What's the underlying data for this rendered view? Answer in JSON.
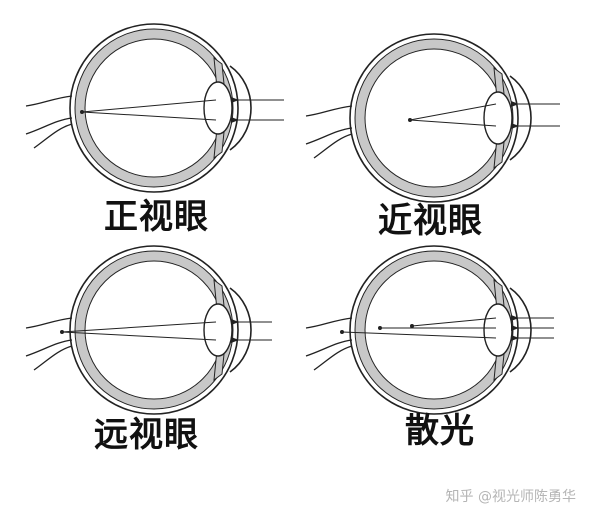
{
  "panels": [
    {
      "key": "normal",
      "label": "正视眼"
    },
    {
      "key": "myopia",
      "label": "近视眼"
    },
    {
      "key": "hyper",
      "label": "远视眼"
    },
    {
      "key": "astig",
      "label": "散光"
    }
  ],
  "watermark": "知乎 @视光师陈勇华",
  "colors": {
    "stroke": "#222222",
    "choroid": "#c8c8c8",
    "text": "#111111",
    "watermark": "#b5b5b5"
  }
}
